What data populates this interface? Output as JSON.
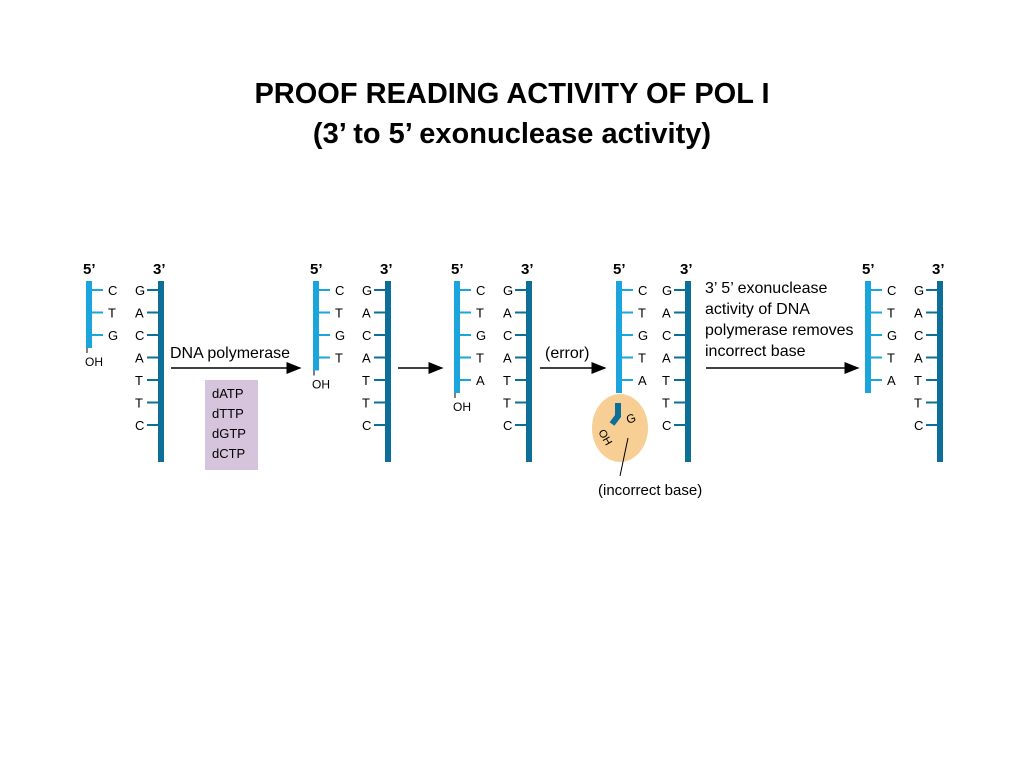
{
  "title": {
    "line1": "PROOF READING ACTIVITY OF POL   I",
    "line2": "(3’ to 5’ exonuclease activity)"
  },
  "colors": {
    "new_strand": "#1aa6dd",
    "template_strand": "#0d6f97",
    "dntp_box": "#d6c3dc",
    "error_highlight": "#f7cf94",
    "arrow": "#000000"
  },
  "template_bases": [
    "G",
    "A",
    "C",
    "A",
    "T",
    "T",
    "C"
  ],
  "end_labels": {
    "five_prime": "5’",
    "three_prime": "3’",
    "oh": "OH"
  },
  "stages": [
    {
      "id": "s1",
      "new_bases": [
        "C",
        "T",
        "G"
      ]
    },
    {
      "id": "s2",
      "new_bases": [
        "C",
        "T",
        "G",
        "T"
      ]
    },
    {
      "id": "s3",
      "new_bases": [
        "C",
        "T",
        "G",
        "T",
        "A"
      ]
    },
    {
      "id": "s4",
      "new_bases": [
        "C",
        "T",
        "G",
        "T",
        "A"
      ]
    },
    {
      "id": "s5",
      "new_bases": [
        "C",
        "T",
        "G",
        "T",
        "A"
      ]
    }
  ],
  "labels": {
    "dna_polymerase": "DNA polymerase",
    "error": "(error)",
    "exonuclease_lines": [
      "3’   5’ exonuclease",
      "activity of DNA",
      "polymerase removes",
      "incorrect base"
    ],
    "incorrect_base": "(incorrect base)",
    "mismatched_base": "G"
  },
  "dntps": [
    "dATP",
    "dTTP",
    "dGTP",
    "dCTP"
  ]
}
